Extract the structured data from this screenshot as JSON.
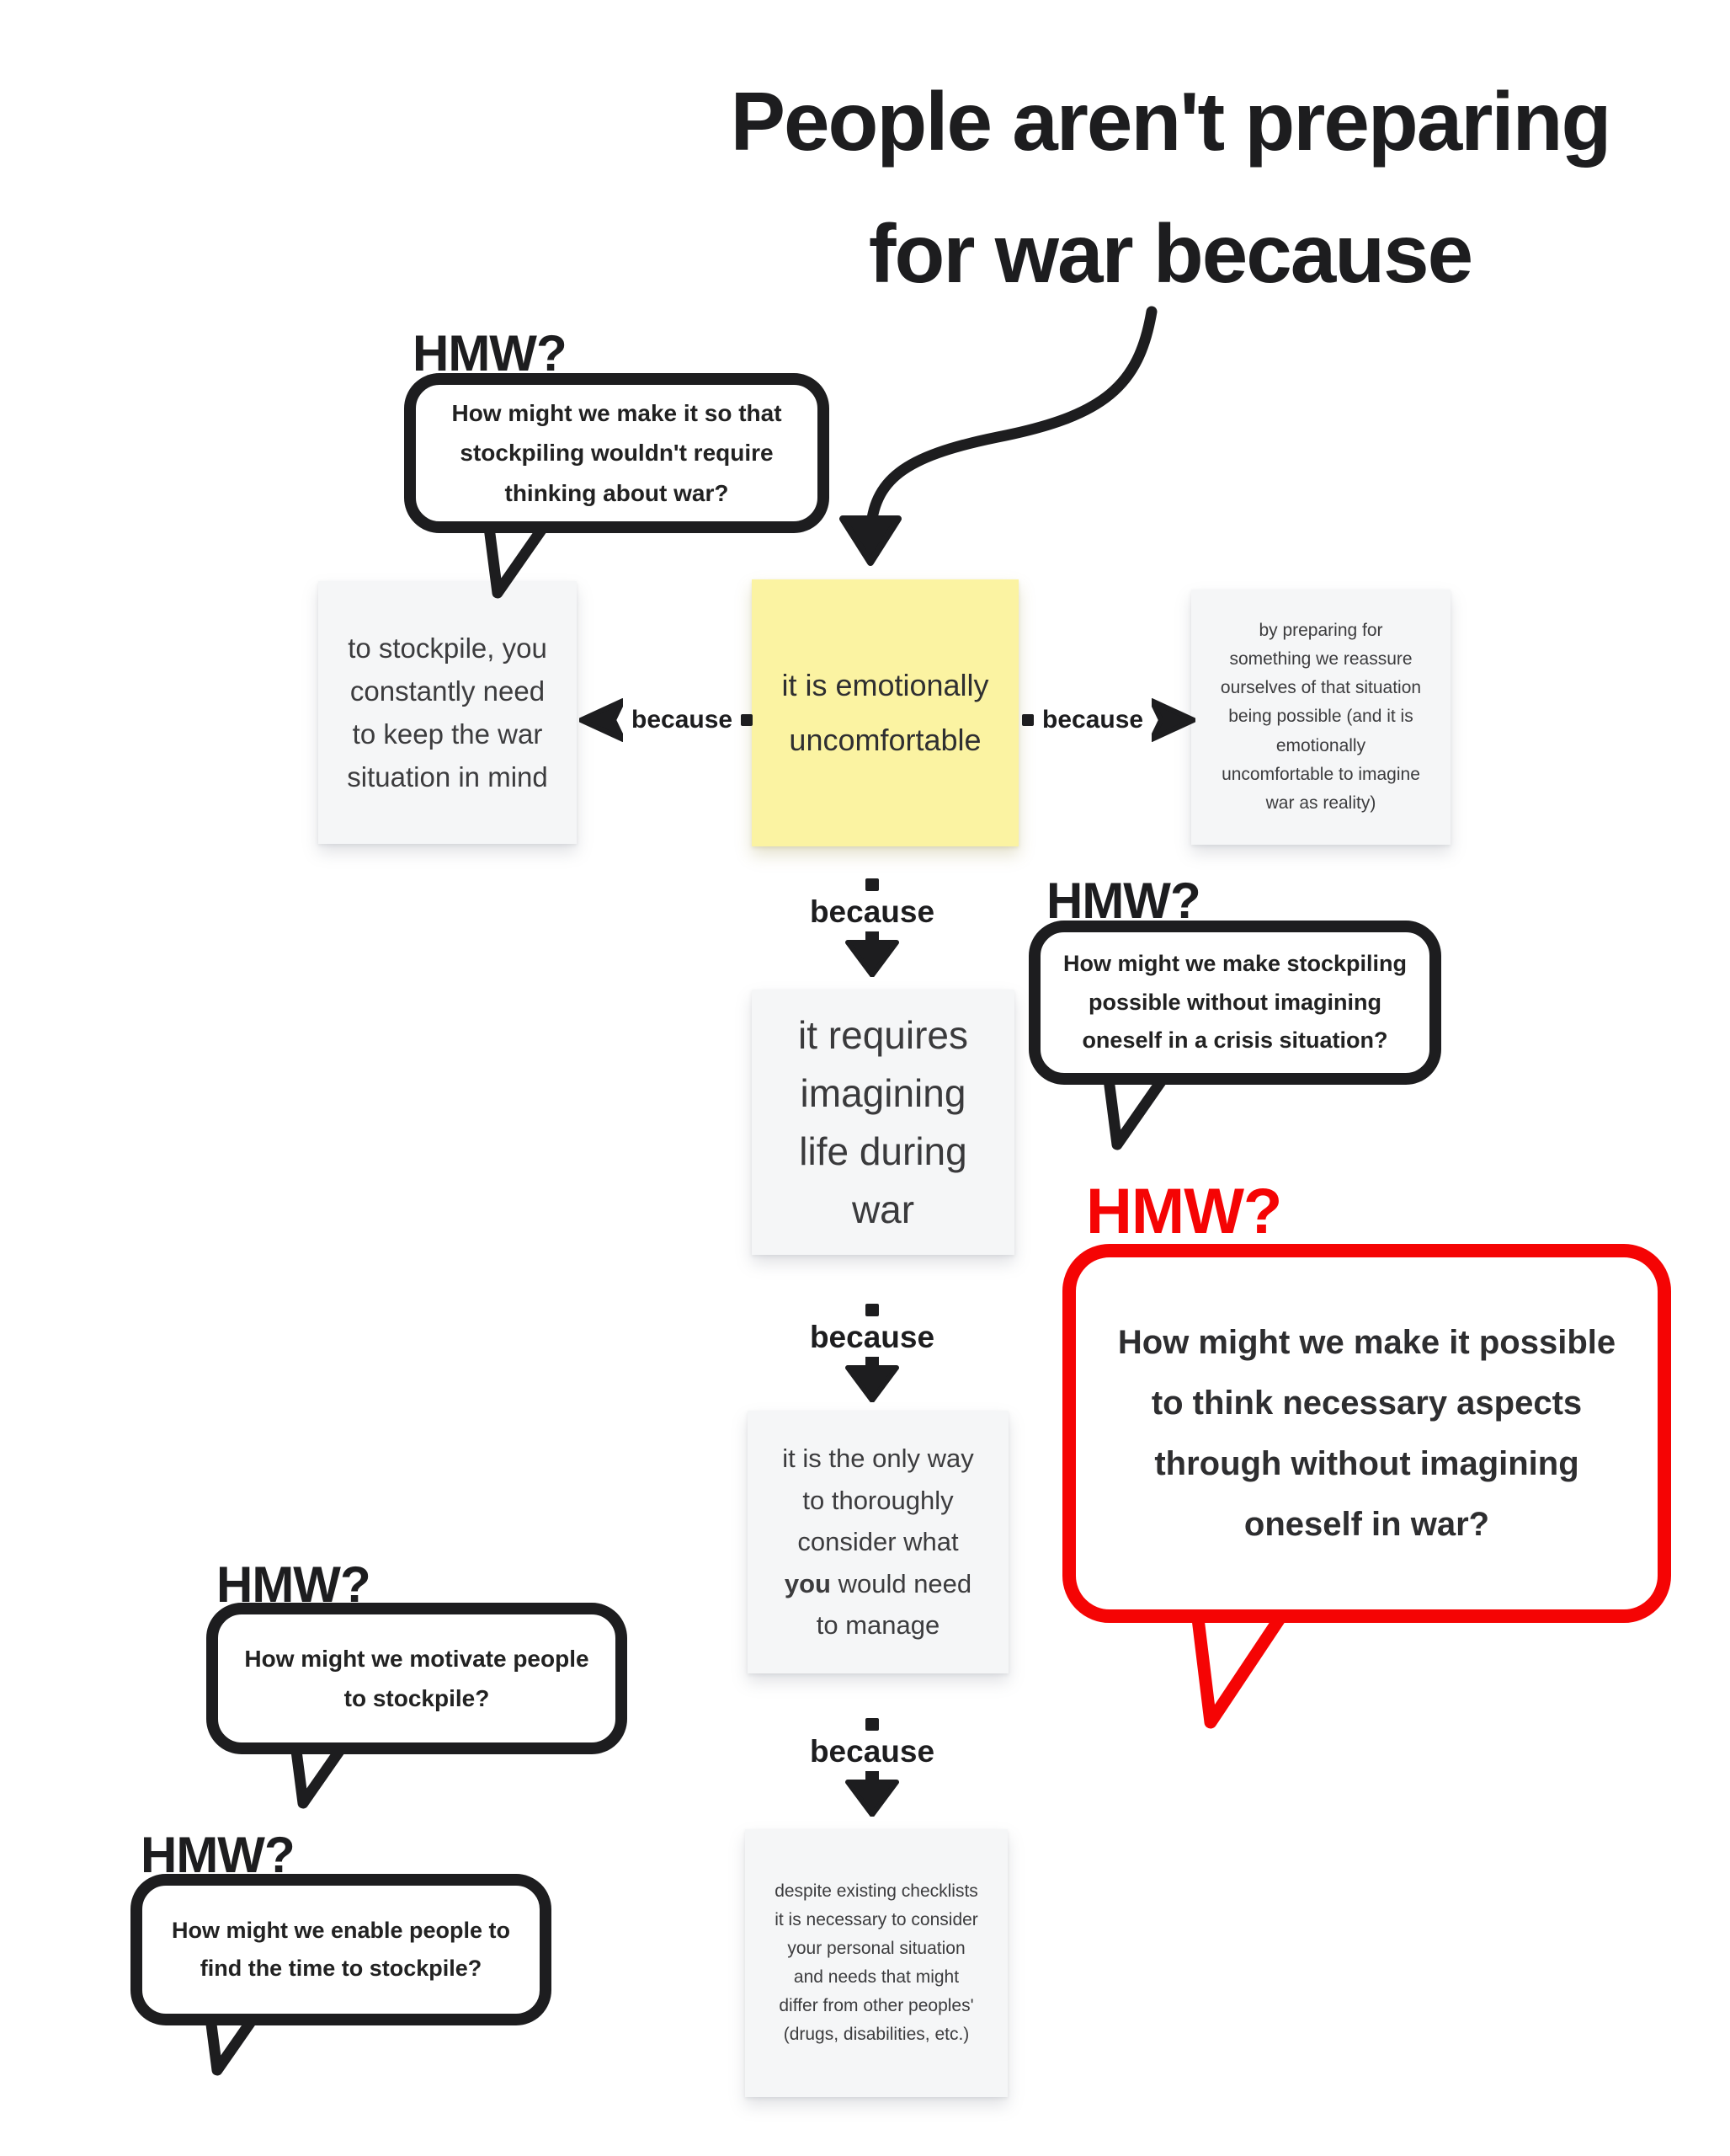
{
  "colors": {
    "ink": "#1d1d1f",
    "red": "#f50404",
    "sticky_gray": "#f5f6f7",
    "sticky_yellow": "#fbf3a2",
    "note_text": "#3c3c3e"
  },
  "labels": {
    "hmw": "HMW?",
    "because": "because"
  },
  "title": {
    "lines": [
      "People aren't preparing",
      "for war because"
    ]
  },
  "stickies": {
    "left": {
      "lines": [
        "to stockpile, you",
        "constantly need",
        "to keep the war",
        "situation in mind"
      ]
    },
    "center": {
      "lines": [
        "it is emotionally",
        "uncomfortable"
      ]
    },
    "right": {
      "lines": [
        "by preparing for",
        "something we reassure",
        "ourselves of that situation",
        "being possible (and it is",
        "emotionally",
        "uncomfortable to imagine",
        "war as reality)"
      ]
    },
    "imagining": {
      "lines": [
        "it requires",
        "imagining",
        "life during",
        "war"
      ]
    },
    "only_way": {
      "lines": [
        "it is the only way",
        "to thoroughly",
        "consider what"
      ],
      "bold_word": "you",
      "bold_rest": " would need",
      "last_line": "to manage"
    },
    "checklists": {
      "lines": [
        "despite existing checklists",
        "it is necessary to consider",
        "your personal situation",
        "and needs that might",
        "differ from other peoples'",
        "(drugs, disabilities, etc.)"
      ]
    }
  },
  "bubbles": {
    "thinking": {
      "lines": [
        "How might we make it so that",
        "stockpiling wouldn't require",
        "thinking about war?"
      ]
    },
    "crisis": {
      "lines": [
        "How might we make stockpiling",
        "possible without imagining",
        "oneself in a crisis situation?"
      ]
    },
    "necessary": {
      "lines": [
        "How might we make it possible",
        "to think necessary aspects",
        "through without imagining",
        "oneself in war?"
      ]
    },
    "motivate": {
      "lines": [
        "How might we motivate people",
        "to stockpile?"
      ]
    },
    "time": {
      "lines": [
        "How might we enable people to",
        "find the time to stockpile?"
      ]
    }
  }
}
